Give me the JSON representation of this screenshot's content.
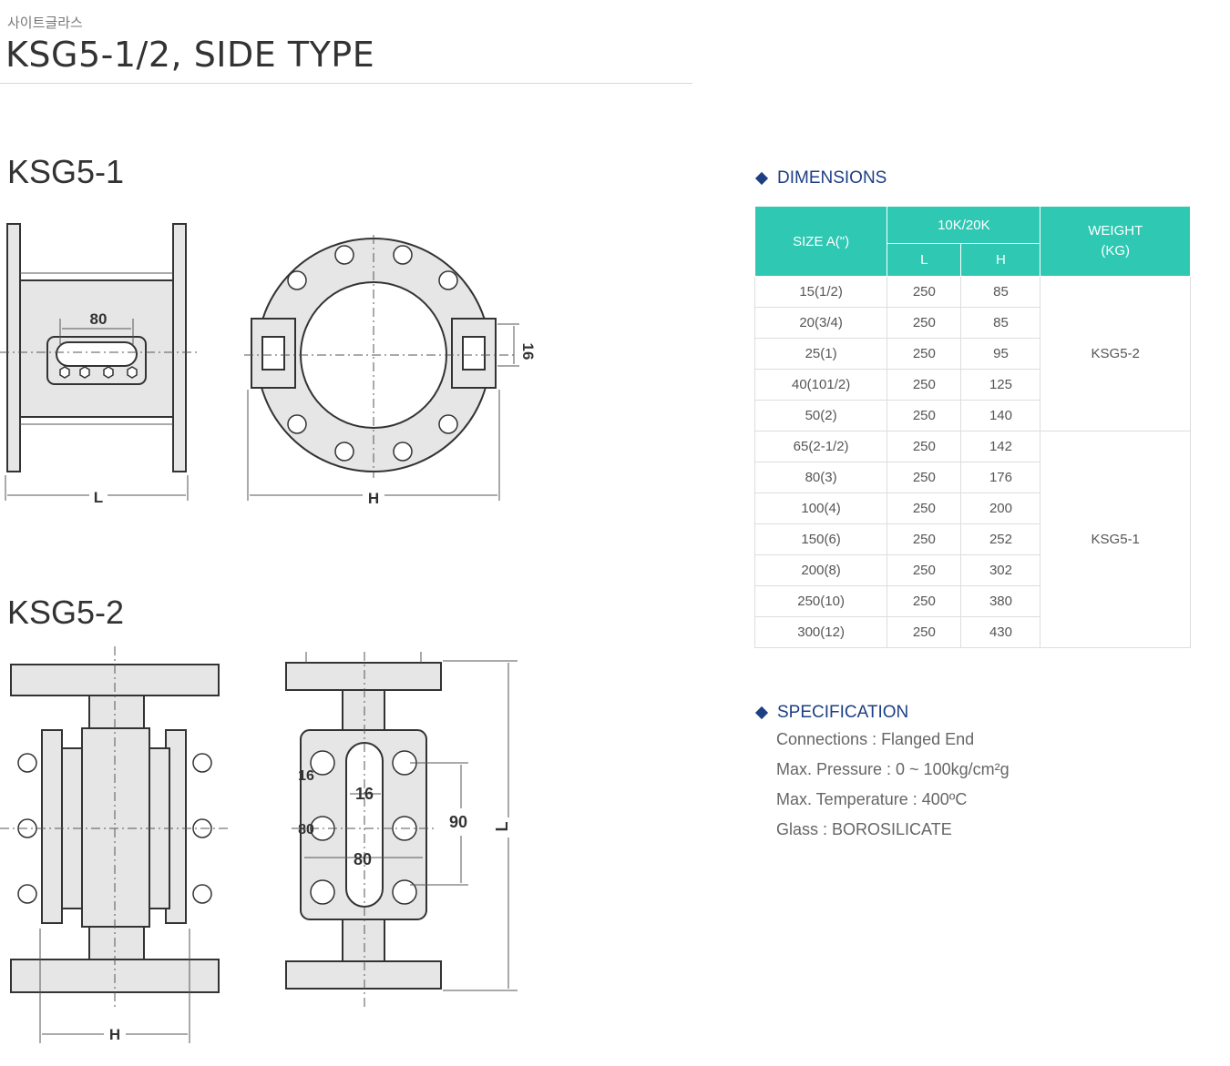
{
  "breadcrumb": "사이트글라스",
  "page_title": "KSG5-1/2, SIDE TYPE",
  "drawings": {
    "ksg5_1": {
      "label": "KSG5-1",
      "dim_80": "80",
      "dim_16": "16",
      "dim_L": "L",
      "dim_H": "H"
    },
    "ksg5_2": {
      "label": "KSG5-2",
      "dim_16": "16",
      "dim_80": "80",
      "dim_90": "90",
      "dim_L": "L",
      "dim_H": "H",
      "dim_16_partial": "16",
      "dim_80_partial": "80"
    }
  },
  "dimensions": {
    "heading": "DIMENSIONS",
    "header": {
      "size": "SIZE A(\")",
      "group": "10K/20K",
      "l": "L",
      "h": "H",
      "weight": "WEIGHT\n(KG)"
    },
    "rows": [
      {
        "size": "15(1/2)",
        "l": "250",
        "h": "85"
      },
      {
        "size": "20(3/4)",
        "l": "250",
        "h": "85"
      },
      {
        "size": "25(1)",
        "l": "250",
        "h": "95"
      },
      {
        "size": "40(101/2)",
        "l": "250",
        "h": "125"
      },
      {
        "size": "50(2)",
        "l": "250",
        "h": "140"
      },
      {
        "size": "65(2-1/2)",
        "l": "250",
        "h": "142"
      },
      {
        "size": "80(3)",
        "l": "250",
        "h": "176"
      },
      {
        "size": "100(4)",
        "l": "250",
        "h": "200"
      },
      {
        "size": "150(6)",
        "l": "250",
        "h": "252"
      },
      {
        "size": "200(8)",
        "l": "250",
        "h": "302"
      },
      {
        "size": "250(10)",
        "l": "250",
        "h": "380"
      },
      {
        "size": "300(12)",
        "l": "250",
        "h": "430"
      }
    ],
    "weight_groups": [
      {
        "label": "KSG5-2",
        "rowspan": 5
      },
      {
        "label": "KSG5-1",
        "rowspan": 7
      }
    ]
  },
  "specification": {
    "heading": "SPECIFICATION",
    "lines": [
      "Connections : Flanged End",
      "Max. Pressure : 0 ~ 100kg/cm²g",
      "Max. Temperature : 400ºC",
      "Glass : BOROSILICATE"
    ]
  },
  "colors": {
    "table_header": "#2ec8b3",
    "heading_blue": "#1d3f84",
    "drawing_fill": "#e6e6e6"
  }
}
